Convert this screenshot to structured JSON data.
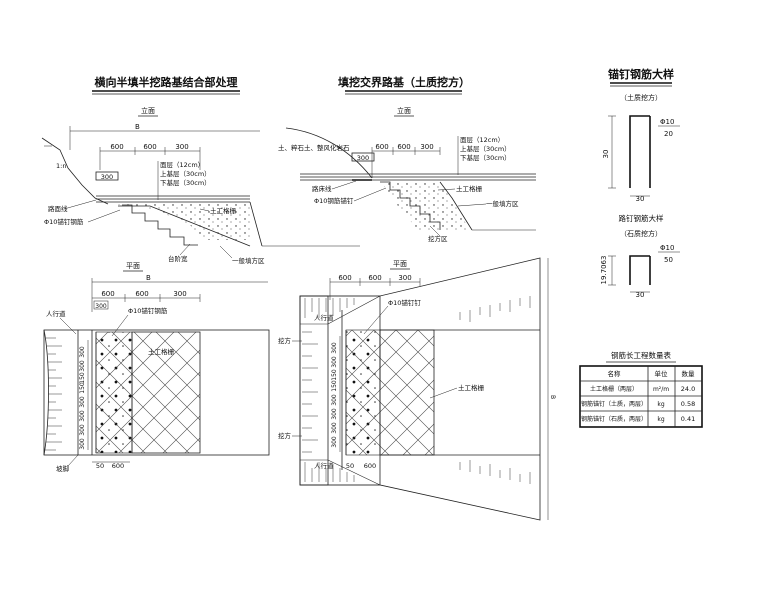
{
  "titles": {
    "left": "横向半填半挖路基结合部处理",
    "middle": "填挖交界路基（土质挖方）",
    "right": "锚钉钢筋大样",
    "right_sub": "（土质挖方）"
  },
  "left_detail": {
    "elevation_label": "立面",
    "plan_label": "平面",
    "width_symbol": "B",
    "dims": [
      "600",
      "600",
      "300"
    ],
    "dim_small": "300",
    "layers": [
      "面层（12cm）",
      "上基层（30cm）",
      "下基层（30cm）"
    ],
    "callouts": [
      "路面线",
      "Φ10锚钉钢筋",
      "土工格栅",
      "台阶宽",
      "一般填方区",
      "1:n"
    ],
    "plan_callouts": [
      "人行道",
      "Φ10锚钉钢筋",
      "土工格栅",
      "坡脚"
    ],
    "plan_vdims": [
      "300",
      "300",
      "150",
      "150",
      "300",
      "300",
      "300",
      "300",
      "150",
      "150",
      "300"
    ],
    "plan_bottom_dims": [
      "50",
      "600"
    ]
  },
  "middle_detail": {
    "elevation_label": "立面",
    "plan_label": "平面",
    "dims": [
      "600",
      "600",
      "300"
    ],
    "dim_small": "300",
    "road_note": "土、粹石土、整风化岩石",
    "layers": [
      "面层（12cm）",
      "上基层（30cm）",
      "下基层（30cm）"
    ],
    "callouts": [
      "路床线",
      "Φ10钢筋锚钉",
      "土工格栅",
      "一般填方区",
      "挖方区"
    ],
    "plan_callouts": [
      "Φ10锚钉钉",
      "人行道",
      "挖方",
      "土工格栅",
      "挖方",
      "人行道"
    ],
    "plan_top_dims": [
      "600",
      "600",
      "300"
    ],
    "plan_vdims": [
      "300",
      "300",
      "150",
      "150",
      "300",
      "300",
      "300",
      "300",
      "150",
      "150",
      "300"
    ],
    "plan_bottom_dims": [
      "50",
      "600"
    ],
    "b_label": "B"
  },
  "anchor_detail": {
    "upper": {
      "dim_v": "30",
      "dim_h": "30",
      "bar": "Φ10",
      "len": "20"
    },
    "lower_title": "路钉钢筋大样",
    "lower_sub": "（石质挖方）",
    "lower": {
      "dim_v": "19.7063",
      "dim_h": "30",
      "bar": "Φ10",
      "len": "50"
    }
  },
  "table": {
    "title": "钢筋长工程数量表",
    "headers": [
      "名称",
      "单位",
      "数量"
    ],
    "rows": [
      [
        "土工格栅（两层）",
        "m²/m",
        "24.0"
      ],
      [
        "钢筋锚钉（土质，两层）",
        "kg",
        "0.58"
      ],
      [
        "钢筋锚钉（石质，两层）",
        "kg",
        "0.41"
      ]
    ]
  }
}
